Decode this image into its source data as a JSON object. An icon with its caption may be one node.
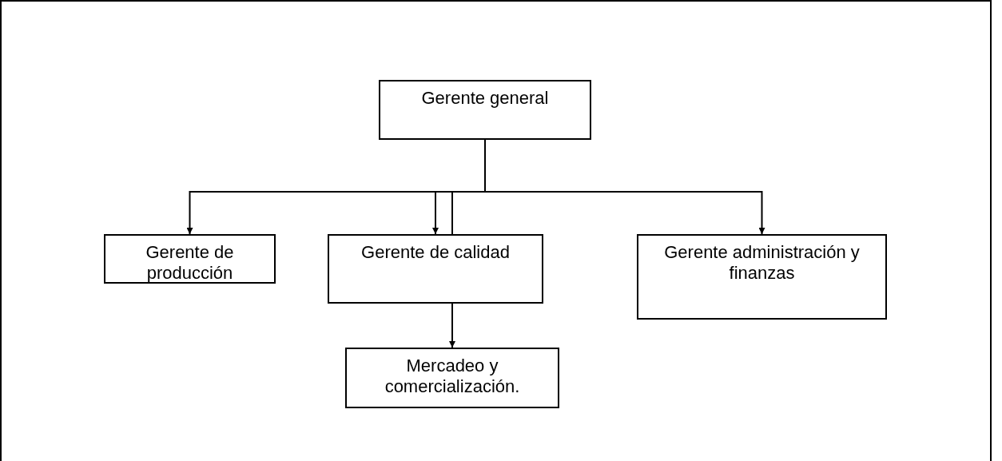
{
  "diagram": {
    "nodes": [
      {
        "text": [
          "Gerente general"
        ]
      },
      {
        "text": [
          "Gerente de producción"
        ]
      },
      {
        "text": [
          "Gerente de calidad"
        ]
      },
      {
        "text": [
          "Gerente administración y finanzas"
        ]
      },
      {
        "text": [
          "Mercadeo y comercialización."
        ]
      }
    ],
    "edges": [
      {
        "from": 0,
        "to": 1,
        "arrow": "to"
      },
      {
        "from": 0,
        "to": 2,
        "arrow": "to"
      },
      {
        "from": 0,
        "to": 3,
        "arrow": "to"
      },
      {
        "from": 2,
        "to": 4,
        "arrow": "to"
      }
    ]
  }
}
